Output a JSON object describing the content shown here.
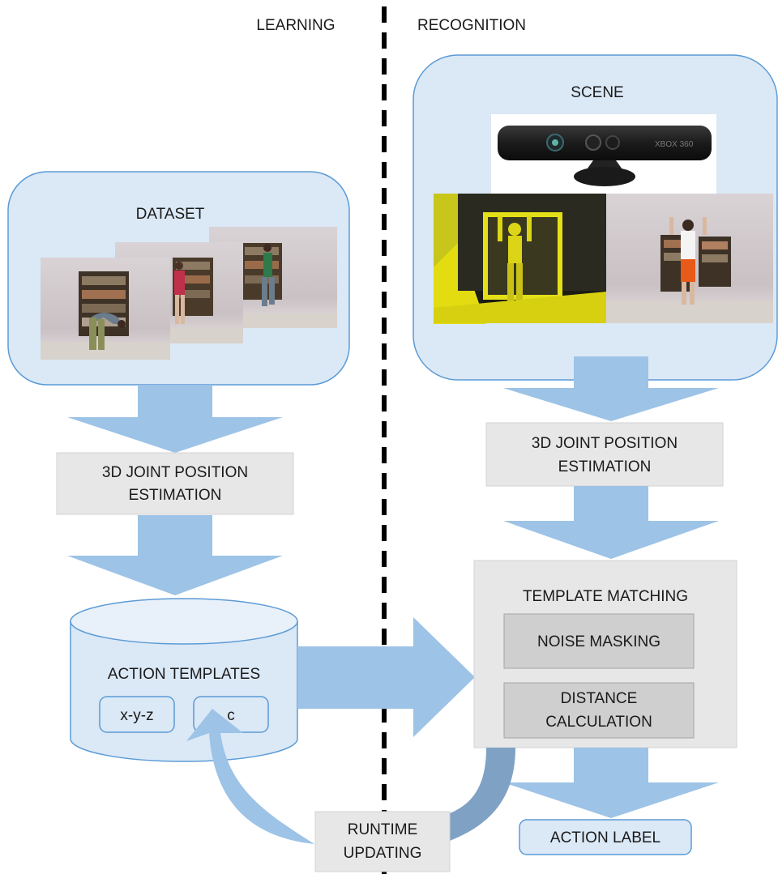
{
  "headers": {
    "learning": "LEARNING",
    "recognition": "RECOGNITION"
  },
  "learning": {
    "dataset_label": "DATASET",
    "joint_estimation_line1": "3D JOINT POSITION",
    "joint_estimation_line2": "ESTIMATION",
    "templates_label": "ACTION TEMPLATES",
    "field_xyz": "x-y-z",
    "field_c": "c"
  },
  "recognition": {
    "scene_label": "SCENE",
    "sensor_brand": "XBOX 360",
    "joint_estimation_line1": "3D JOINT POSITION",
    "joint_estimation_line2": "ESTIMATION",
    "matching_label": "TEMPLATE MATCHING",
    "noise_masking": "NOISE MASKING",
    "distance_line1": "DISTANCE",
    "distance_line2": "CALCULATION",
    "action_label": "ACTION LABEL"
  },
  "feedback": {
    "runtime_line1": "RUNTIME",
    "runtime_line2": "UPDATING"
  },
  "colors": {
    "panel_fill": "#dbe8f6",
    "panel_stroke": "#5b9bd5",
    "arrow_fill": "#9dc3e6",
    "gray_box": "#e7e7e7",
    "dark_gray_box": "#cfcfcf",
    "feedback_arrow": "#7fa2c4",
    "divider": "#000000"
  }
}
